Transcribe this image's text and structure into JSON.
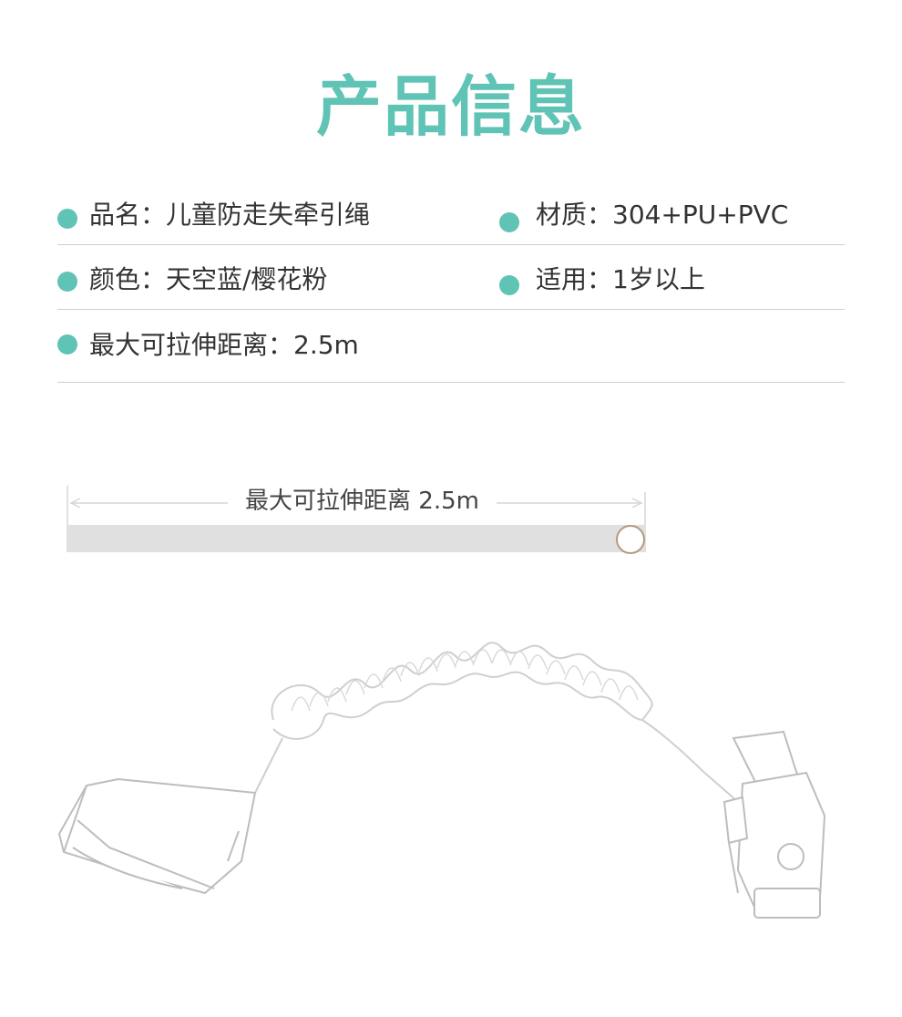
{
  "page": {
    "title": "产品信息",
    "accent_color": "#5fc3b5"
  },
  "specs": {
    "row1": {
      "left": "品名：儿童防走失牵引绳",
      "right": "材质：304+PU+PVC"
    },
    "row2": {
      "left": "颜色：天空蓝/樱花粉",
      "right": "适用：1岁以上"
    },
    "row3": {
      "left": "最大可拉伸距离：2.5m"
    }
  },
  "measure": {
    "label": "最大可拉伸距离 2.5m"
  }
}
